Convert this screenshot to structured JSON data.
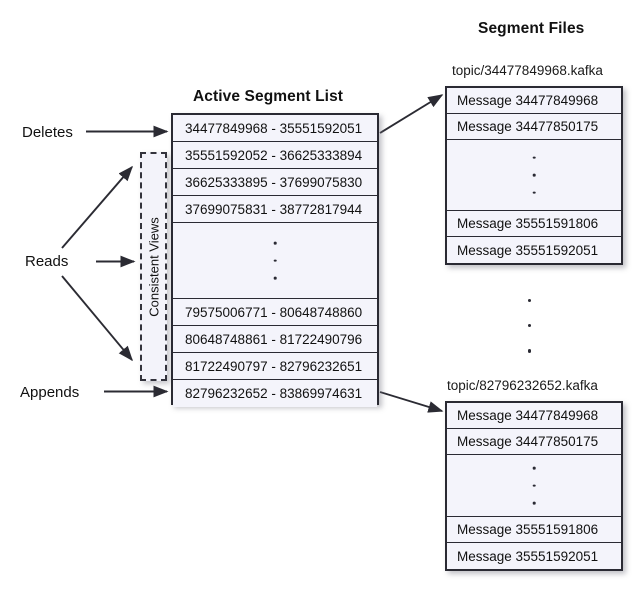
{
  "titles": {
    "active_segment_list": "Active Segment List",
    "segment_files": "Segment Files"
  },
  "flow_labels": {
    "deletes": "Deletes",
    "reads": "Reads",
    "appends": "Appends"
  },
  "consistent_views": {
    "label": "Consistent Views"
  },
  "active_segment_list": {
    "rows_top": [
      "34477849968 - 35551592051",
      "35551592052 - 36625333894",
      "36625333895 - 37699075830",
      "37699075831 - 38772817944"
    ],
    "ellipsis": "vertical-ellipsis",
    "rows_bottom": [
      "79575006771 - 80648748860",
      "80648748861 - 81722490796",
      "81722490797 - 82796232651",
      "82796232652 - 83869974631"
    ]
  },
  "segment_files": [
    {
      "caption": "topic/34477849968.kafka",
      "rows_top": [
        "Message 34477849968",
        "Message 34477850175"
      ],
      "ellipsis": "vertical-ellipsis",
      "rows_bottom": [
        "Message 35551591806",
        "Message 35551592051"
      ]
    },
    {
      "caption": "topic/82796232652.kafka",
      "rows_top": [
        "Message 34477849968",
        "Message 34477850175"
      ],
      "ellipsis": "vertical-ellipsis",
      "rows_bottom": [
        "Message 35551591806",
        "Message 35551592051"
      ]
    }
  ],
  "colors": {
    "row_fill": "#f4f4fb",
    "border": "#2a2a33",
    "background": "#ffffff",
    "arrow": "#2b2b33"
  }
}
